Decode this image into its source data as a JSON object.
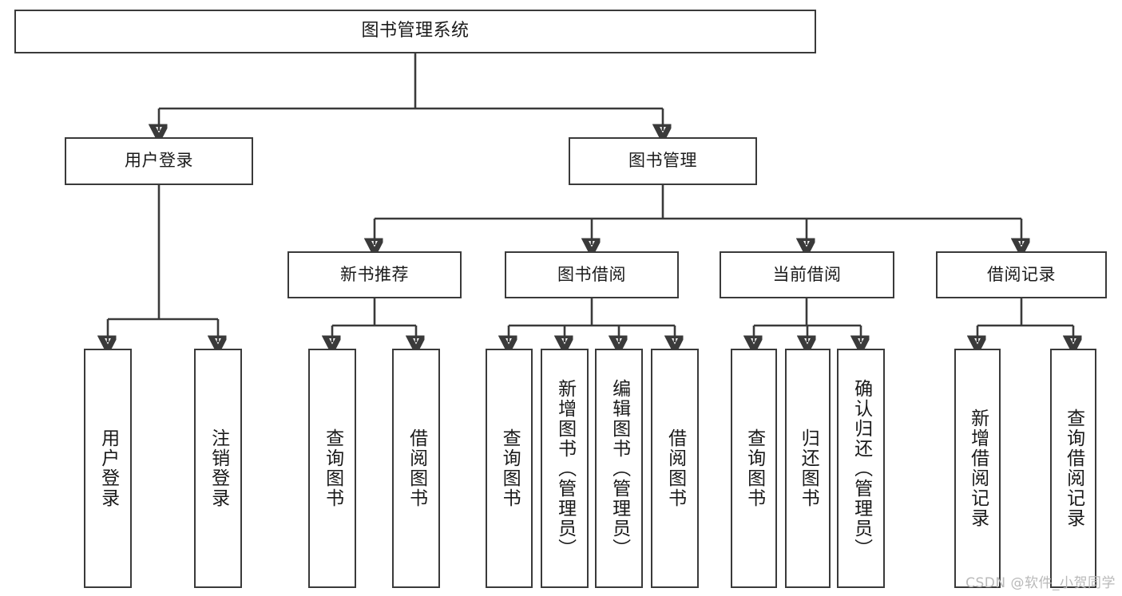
{
  "diagram": {
    "type": "tree-hierarchy-diagram",
    "title": "图书管理系统",
    "watermark": "CSDN @软件_小贺同学",
    "colors": {
      "stroke": "#3a3a3a",
      "box_fill": "#ffffff",
      "text": "#1a1a1a",
      "background": "#ffffff",
      "watermark": "#b9b9b9"
    },
    "root": {
      "id": "root",
      "label": "图书管理系统"
    },
    "level2": [
      {
        "id": "user-login",
        "label": "用户登录"
      },
      {
        "id": "book-manage",
        "label": "图书管理"
      }
    ],
    "level3": [
      {
        "id": "new-book-rec",
        "label": "新书推荐",
        "parent": "book-manage"
      },
      {
        "id": "book-borrow",
        "label": "图书借阅",
        "parent": "book-manage"
      },
      {
        "id": "current-borrow",
        "label": "当前借阅",
        "parent": "book-manage"
      },
      {
        "id": "borrow-record",
        "label": "借阅记录",
        "parent": "book-manage"
      }
    ],
    "leaves": [
      {
        "id": "leaf-user-login",
        "label": "用户登录",
        "parent": "user-login"
      },
      {
        "id": "leaf-logout",
        "label": "注销登录",
        "parent": "user-login"
      },
      {
        "id": "leaf-query-book-1",
        "label": "查询图书",
        "parent": "new-book-rec"
      },
      {
        "id": "leaf-borrow-book-1",
        "label": "借阅图书",
        "parent": "new-book-rec"
      },
      {
        "id": "leaf-query-book-2",
        "label": "查询图书",
        "parent": "book-borrow"
      },
      {
        "id": "leaf-add-book",
        "label": "新增图书（管理员）",
        "parent": "book-borrow"
      },
      {
        "id": "leaf-edit-book",
        "label": "编辑图书（管理员）",
        "parent": "book-borrow"
      },
      {
        "id": "leaf-borrow-book-2",
        "label": "借阅图书",
        "parent": "book-borrow"
      },
      {
        "id": "leaf-query-book-3",
        "label": "查询图书",
        "parent": "current-borrow"
      },
      {
        "id": "leaf-return-book",
        "label": "归还图书",
        "parent": "current-borrow"
      },
      {
        "id": "leaf-confirm-return",
        "label": "确认归还（管理员）",
        "parent": "current-borrow"
      },
      {
        "id": "leaf-add-record",
        "label": "新增借阅记录",
        "parent": "borrow-record"
      },
      {
        "id": "leaf-query-record",
        "label": "查询借阅记录",
        "parent": "borrow-record"
      }
    ]
  }
}
